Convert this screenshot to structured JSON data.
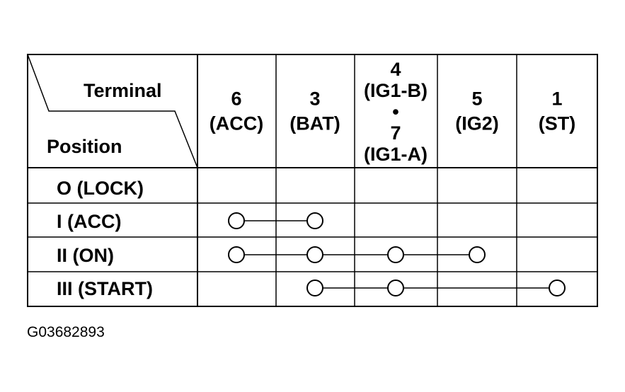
{
  "corner": {
    "terminal_label": "Terminal",
    "position_label": "Position"
  },
  "columns": [
    {
      "lines": [
        "6",
        "(ACC)"
      ]
    },
    {
      "lines": [
        "3",
        "(BAT)"
      ]
    },
    {
      "lines": [
        "4",
        "(IG1-B)",
        "•",
        "7",
        "(IG1-A)"
      ]
    },
    {
      "lines": [
        "5",
        "(IG2)"
      ]
    },
    {
      "lines": [
        "1",
        "(ST)"
      ]
    }
  ],
  "rows": [
    {
      "label": "O (LOCK)",
      "connected_columns": []
    },
    {
      "label": "I (ACC)",
      "connected_columns": [
        0,
        1
      ]
    },
    {
      "label": "II (ON)",
      "connected_columns": [
        0,
        1,
        2,
        3
      ]
    },
    {
      "label": "III (START)",
      "connected_columns": [
        1,
        2,
        4
      ]
    }
  ],
  "figure_id": "G03682893"
}
